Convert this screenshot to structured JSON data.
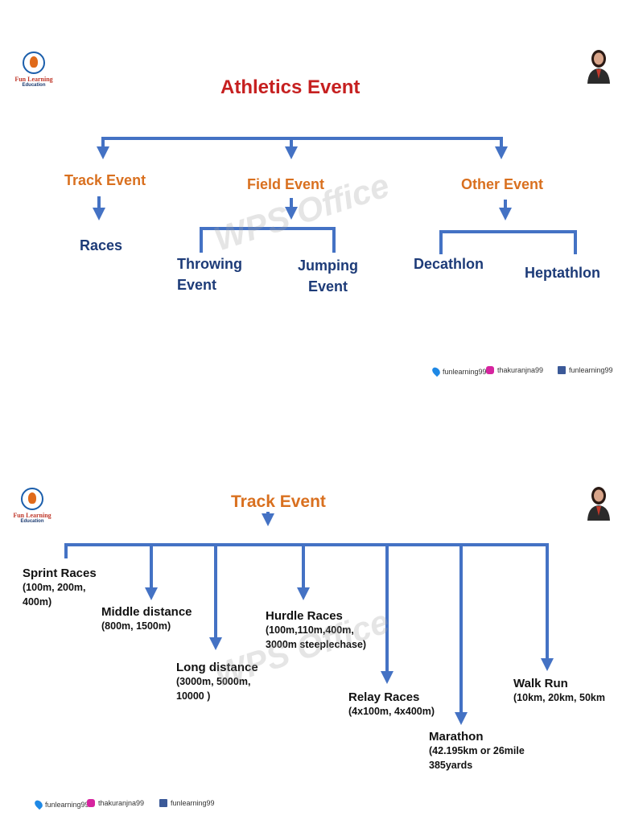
{
  "logo": {
    "line1": "Fun Learning",
    "line2": "Education"
  },
  "watermark": "WPS Office",
  "slide1": {
    "title": "Athletics Event",
    "categories": {
      "track": "Track Event",
      "field": "Field Event",
      "other": "Other Event"
    },
    "races": "Races",
    "throwing": [
      "Throwing",
      "Event"
    ],
    "jumping": [
      "Jumping",
      "Event"
    ],
    "decathlon": "Decathlon",
    "heptathlon": "Heptathlon",
    "social": {
      "location": "funlearning99",
      "instagram": "thakuranjna99",
      "facebook": "funlearning99"
    }
  },
  "slide2": {
    "title": "Track Event",
    "items": {
      "sprint": {
        "title": "Sprint Races",
        "lines": [
          "(100m, 200m,",
          "400m)"
        ]
      },
      "middle": {
        "title": "Middle distance",
        "lines": [
          "(800m, 1500m)"
        ]
      },
      "long": {
        "title": "Long distance",
        "lines": [
          "(3000m, 5000m,",
          "10000 )"
        ]
      },
      "hurdle": {
        "title": "Hurdle Races",
        "lines": [
          "(100m,110m,400m,",
          "3000m steeplechase)"
        ]
      },
      "relay": {
        "title": "Relay Races",
        "lines": [
          "(4x100m, 4x400m)"
        ]
      },
      "marathon": {
        "title": "Marathon",
        "lines": [
          "(42.195km or 26mile",
          "385yards"
        ]
      },
      "walk": {
        "title": "Walk Run",
        "lines": [
          "(10km, 20km, 50km"
        ]
      }
    },
    "social": {
      "location": "funlearning99",
      "instagram": "thakuranjna99",
      "facebook": "funlearning99"
    }
  },
  "colors": {
    "connector": "#4472c4",
    "title_red": "#c62020",
    "category_orange": "#d9701f",
    "node_blue": "#1d3b78"
  }
}
